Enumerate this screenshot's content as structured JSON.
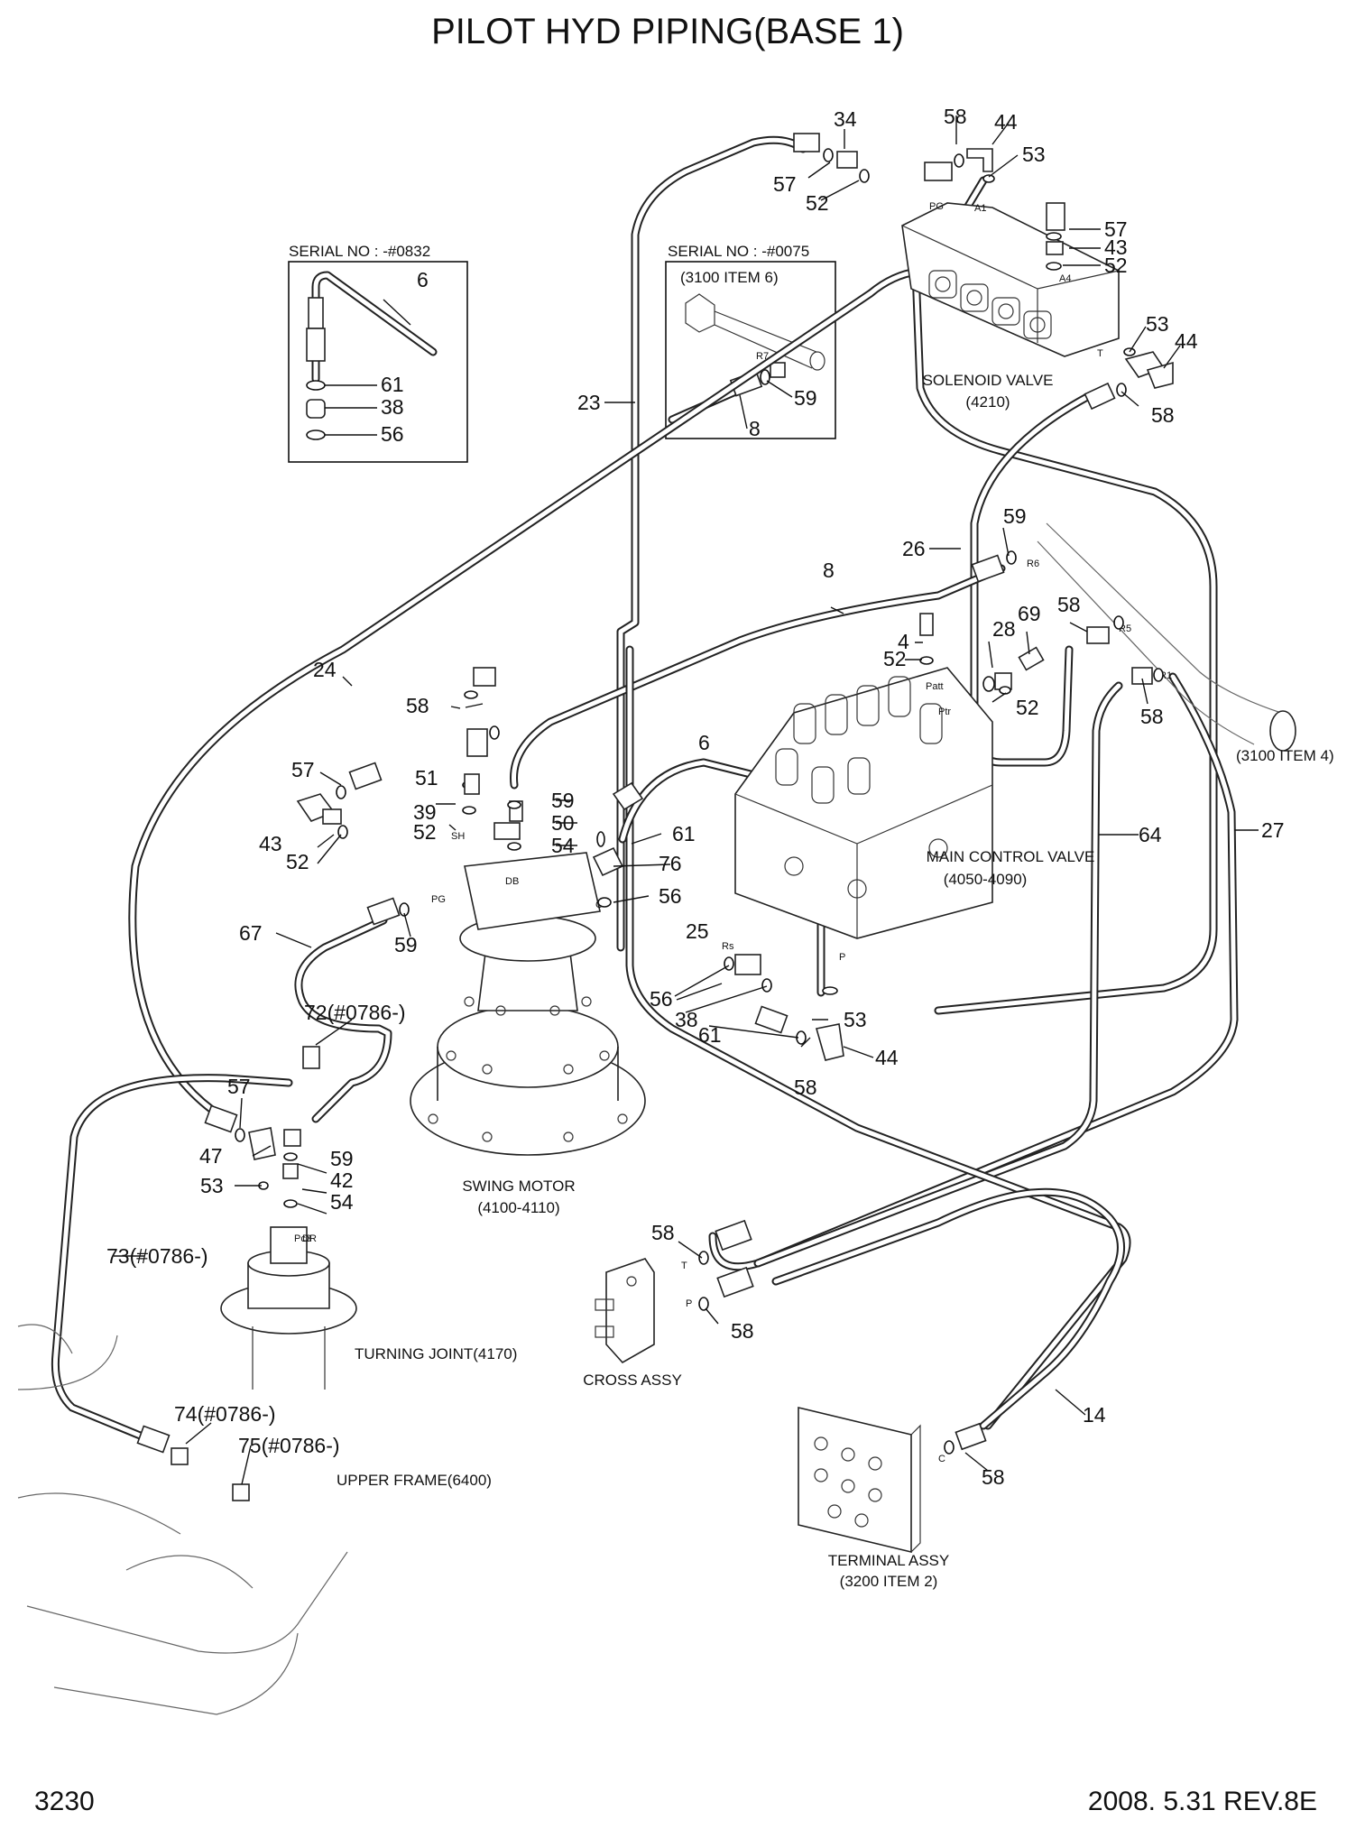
{
  "title": "PILOT HYD PIPING(BASE 1)",
  "page_number": "3230",
  "revision": "2008. 5.31  REV.8E",
  "inset_serial_0832": {
    "header": "SERIAL NO : -#0832",
    "callouts": [
      "6",
      "61",
      "38",
      "56"
    ]
  },
  "inset_serial_0075": {
    "header": "SERIAL NO : -#0075",
    "ref": "(3100 ITEM 6)",
    "port": "R7",
    "callouts": [
      "59",
      "8"
    ]
  },
  "components": {
    "solenoid_valve": {
      "name": "SOLENOID VALVE",
      "code": "(4210)"
    },
    "main_control_valve": {
      "name": "MAIN CONTROL VALVE",
      "code": "(4050-4090)"
    },
    "swing_motor": {
      "name": "SWING MOTOR",
      "code": "(4100-4110)"
    },
    "turning_joint": {
      "name": "TURNING JOINT(4170)"
    },
    "cross_assy": {
      "name": "CROSS ASSY"
    },
    "terminal_assy": {
      "name": "TERMINAL ASSY",
      "code": "(3200 ITEM 2)"
    },
    "upper_frame": {
      "name": "UPPER FRAME(6400)"
    },
    "tank_ref": {
      "name": "(3100 ITEM 4)"
    }
  },
  "ports": [
    "PG",
    "A1",
    "A4",
    "T",
    "R6",
    "R5",
    "R1",
    "Patt",
    "Ptr",
    "SH",
    "DB",
    "C",
    "Rs",
    "Pc3",
    "P",
    "DR"
  ],
  "callouts": {
    "c34": "34",
    "c58a": "58",
    "c44a": "44",
    "c57a": "57",
    "c52a": "52",
    "c53a": "53",
    "c57b": "57",
    "c43a": "43",
    "c52b": "52",
    "c53b": "53",
    "c44b": "44",
    "c58b": "58",
    "c23": "23",
    "c26": "26",
    "c59a": "59",
    "c8": "8",
    "c58c": "58",
    "c69": "69",
    "c28": "28",
    "c4": "4",
    "c52c": "52",
    "c52d": "52",
    "c58d": "58",
    "c3100": "(3100 ITEM 4)",
    "c24": "24",
    "c58e": "58",
    "c51": "51",
    "c57c": "57",
    "c39": "39",
    "c52e": "52",
    "c43b": "43",
    "c52f": "52",
    "c6": "6",
    "c59b": "59",
    "c50": "50",
    "c54a": "54",
    "c61a": "61",
    "c76": "76",
    "c56a": "56",
    "c64": "64",
    "c27": "27",
    "c67": "67",
    "c59c": "59",
    "c25": "25",
    "c56b": "56",
    "c38": "38",
    "c61b": "61",
    "c53c": "53",
    "c44c": "44",
    "c58f": "58",
    "c72": "72(#0786-)",
    "c57d": "57",
    "c47": "47",
    "c59d": "59",
    "c53d": "53",
    "c42": "42",
    "c54b": "54",
    "c73": "73(#0786-)",
    "c58g": "58",
    "c58h": "58",
    "c14": "14",
    "c58i": "58",
    "c74": "74(#0786-)",
    "c75": "75(#0786-)"
  }
}
